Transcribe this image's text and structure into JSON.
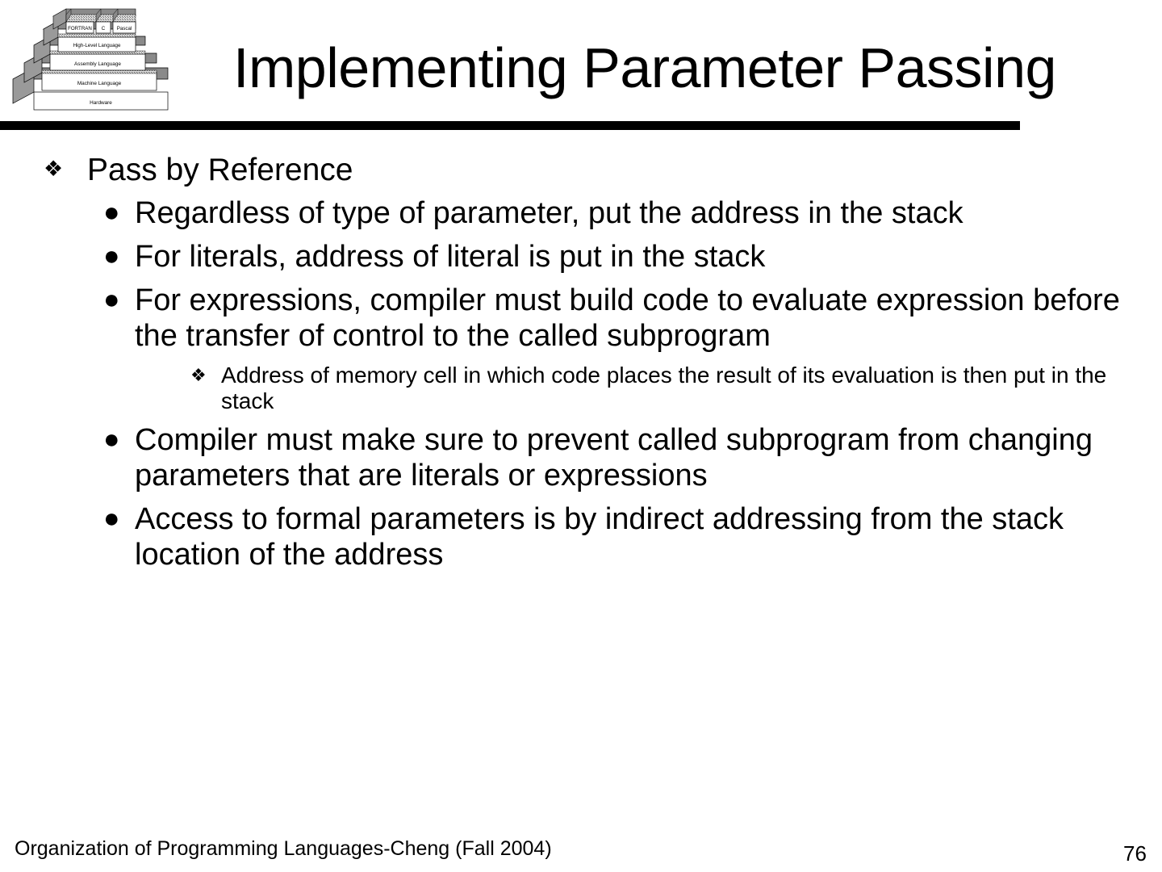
{
  "slide": {
    "title": "Implementing Parameter Passing",
    "page_number": "76",
    "footer": "Organization of Programming Languages-Cheng (Fall 2004)",
    "divider_color": "#000000",
    "background_color": "#ffffff",
    "text_color": "#000000"
  },
  "logo": {
    "name": "language-layers-pyramid",
    "layers": [
      {
        "label": "FORTRAN"
      },
      {
        "label": "C"
      },
      {
        "label": "Pascal"
      },
      {
        "label": "High-Level Language"
      },
      {
        "label": "Assembly Language"
      },
      {
        "label": "Machine Language"
      },
      {
        "label": "Hardware"
      }
    ],
    "face_color": "#ffffff",
    "side_color": "#808080",
    "top_color": "#c0c0c0"
  },
  "bullets": {
    "level1_glyph": "❖",
    "level2_glyph": "●",
    "level3_glyph": "❖"
  },
  "content": [
    {
      "level": 1,
      "text": "Pass by Reference"
    },
    {
      "level": 2,
      "text": "Regardless of type of parameter, put the address in the stack"
    },
    {
      "level": 2,
      "text": "For literals, address of literal is put in the stack"
    },
    {
      "level": 2,
      "text": "For expressions, compiler must build code to evaluate expression before the transfer of control to the called subprogram"
    },
    {
      "level": 3,
      "text": "Address of memory cell in which code places the result of its evaluation is then put in the stack"
    },
    {
      "level": 2,
      "text": "Compiler must make sure to prevent called subprogram from changing parameters that are literals or expressions"
    },
    {
      "level": 2,
      "text": "Access to formal parameters is by indirect addressing from the stack location of the address"
    }
  ]
}
